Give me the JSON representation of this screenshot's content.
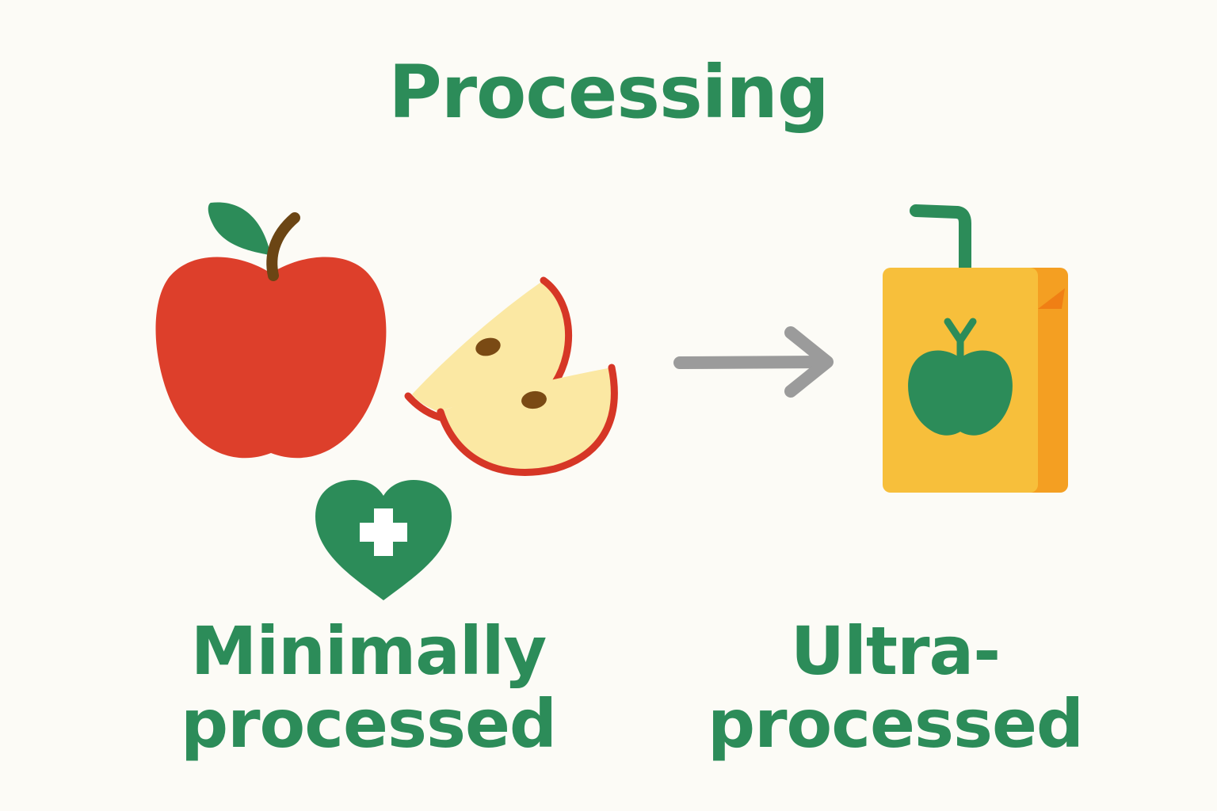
{
  "title": "Processing",
  "left": {
    "label_line1": "Minimally",
    "label_line2": "processed"
  },
  "right": {
    "label_line1": "Ultra-",
    "label_line2": "processed"
  },
  "icons": {
    "apple": "apple-icon",
    "slices": "apple-slices-icon",
    "health": "heart-plus-icon",
    "arrow": "arrow-right-icon",
    "juice": "juice-box-icon"
  },
  "colors": {
    "green": "#2c8c59",
    "apple_red": "#dd3f2b",
    "flesh": "#fbe8a3",
    "seed": "#7a4a14",
    "arrow_gray": "#9b9b9b",
    "box_front": "#f7bf3b",
    "box_side": "#f49f22",
    "background": "#fcfbf6"
  }
}
